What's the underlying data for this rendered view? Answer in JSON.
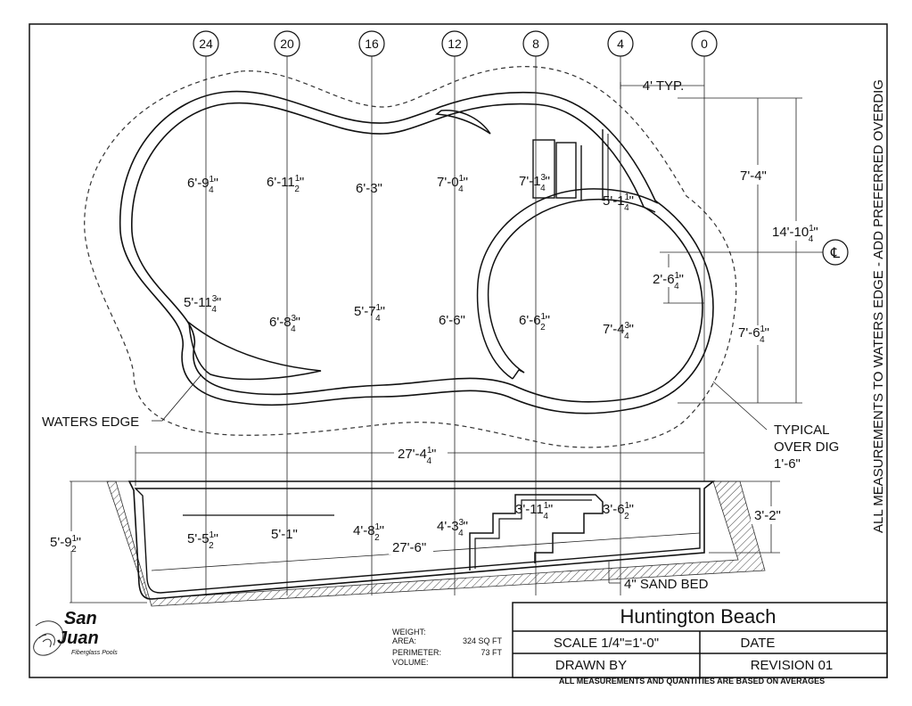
{
  "columns": [
    "24",
    "20",
    "16",
    "12",
    "8",
    "4",
    "0"
  ],
  "typ_label": "4' TYP.",
  "plan_dims_top": [
    "6'-9",
    "6'-11",
    "6'-3\"",
    "7'-0",
    "7'-1"
  ],
  "plan_dims_top_frac": [
    [
      "1",
      "4"
    ],
    [
      "1",
      "2"
    ],
    [
      "",
      ""
    ],
    [
      "1",
      "4"
    ],
    [
      "3",
      "4"
    ]
  ],
  "plan_dims_bottom": [
    "5'-11",
    "6'-8",
    "5'-7",
    "6'-6\"",
    "6'-6",
    "7'-4"
  ],
  "plan_dims_bottom_frac": [
    [
      "3",
      "4"
    ],
    [
      "3",
      "4"
    ],
    [
      "1",
      "4"
    ],
    [
      "",
      ""
    ],
    [
      "1",
      "2"
    ],
    [
      "3",
      "4"
    ]
  ],
  "dim_5_1": "5'-1",
  "dim_5_1_frac": [
    "1",
    "4"
  ],
  "dim_2_6": "2'-6",
  "dim_2_6_frac": [
    "1",
    "4"
  ],
  "dim_7_4": "7'-4\"",
  "dim_14_10": "14'-10",
  "dim_14_10_frac": [
    "1",
    "4"
  ],
  "dim_7_6": "7'-6",
  "dim_7_6_frac": [
    "1",
    "4"
  ],
  "centerline": "℄",
  "waters_edge": "WATERS EDGE",
  "overdig": [
    "TYPICAL",
    "OVER DIG",
    "1'-6\""
  ],
  "length_overall": "27'-4",
  "length_overall_frac": [
    "1",
    "4"
  ],
  "section_dims": [
    {
      "t": "5'-5",
      "f": [
        "1",
        "2"
      ]
    },
    {
      "t": "5'-1\"",
      "f": [
        "",
        ""
      ]
    },
    {
      "t": "4'-8",
      "f": [
        "1",
        "2"
      ]
    },
    {
      "t": "4'-3",
      "f": [
        "3",
        "4"
      ]
    },
    {
      "t": "3'-11",
      "f": [
        "1",
        "4"
      ]
    },
    {
      "t": "3'-6",
      "f": [
        "1",
        "2"
      ]
    }
  ],
  "section_length": "27'-6\"",
  "deep_height": "5'-9",
  "deep_height_frac": [
    "1",
    "2"
  ],
  "shallow_height": "3'-2\"",
  "sand_bed": "4\" SAND BED",
  "side_note": "ALL MEASUREMENTS TO WATERS EDGE - ADD PREFERRED OVERDIG",
  "logo": {
    "line1": "San",
    "line2": "Juan",
    "tagline": "Fiberglass Pools"
  },
  "specs": {
    "labels": [
      "WEIGHT:",
      "AREA:",
      "PERIMETER:",
      "VOLUME:"
    ],
    "values": [
      "",
      "324 SQ FT",
      "73 FT",
      ""
    ]
  },
  "title_block": {
    "title": "Huntington Beach",
    "scale": "SCALE 1/4\"=1'-0\"",
    "date": "DATE",
    "drawn_by": "DRAWN BY",
    "revision": "REVISION 01",
    "footer": "ALL MEASUREMENTS AND QUANTITIES ARE BASED ON AVERAGES"
  }
}
